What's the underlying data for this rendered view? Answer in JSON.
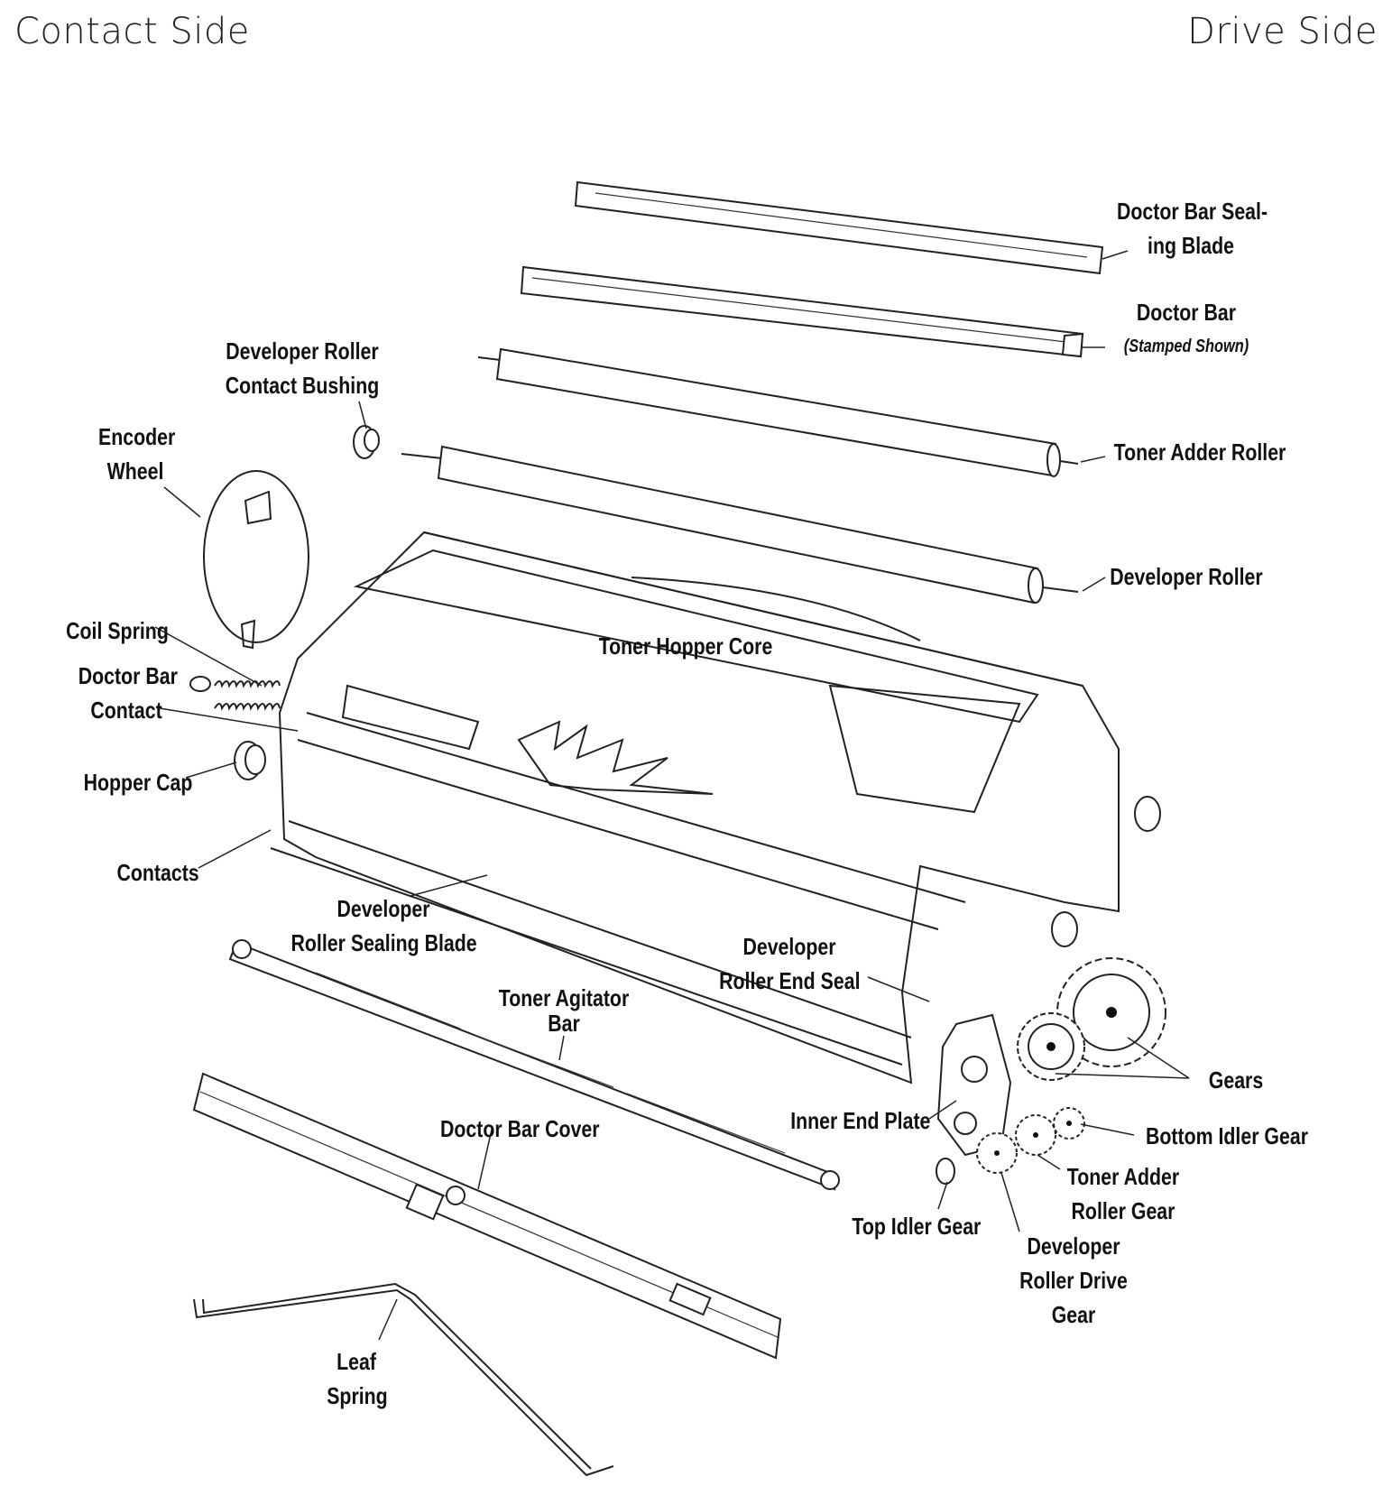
{
  "header": {
    "left_label": "Contact Side",
    "right_label": "Drive Side"
  },
  "labels": {
    "doctor_bar_sealing_blade": [
      "Doctor Bar Seal-",
      "ing Blade"
    ],
    "doctor_bar": [
      "Doctor Bar"
    ],
    "doctor_bar_note": "(Stamped Shown)",
    "toner_adder_roller": [
      "Toner Adder Roller"
    ],
    "developer_roller": [
      "Developer Roller"
    ],
    "developer_roller_contact_bushing": [
      "Developer Roller",
      "Contact Bushing"
    ],
    "encoder_wheel": [
      "Encoder",
      "Wheel"
    ],
    "coil_spring": [
      "Coil Spring"
    ],
    "doctor_bar_contact": [
      "Doctor Bar",
      "Contact"
    ],
    "hopper_cap": [
      "Hopper Cap"
    ],
    "contacts": [
      "Contacts"
    ],
    "toner_hopper_core": [
      "Toner Hopper Core"
    ],
    "developer_roller_sealing_blade": [
      "Developer",
      "Roller Sealing Blade"
    ],
    "developer_roller_end_seal": [
      "Developer",
      "Roller End Seal"
    ],
    "toner_agitator_bar": [
      "Toner Agitator",
      "Bar"
    ],
    "doctor_bar_cover": [
      "Doctor Bar Cover"
    ],
    "inner_end_plate": [
      "Inner End Plate"
    ],
    "gears": [
      "Gears"
    ],
    "bottom_idler_gear": [
      "Bottom Idler Gear"
    ],
    "toner_adder_roller_gear": [
      "Toner Adder",
      "Roller Gear"
    ],
    "top_idler_gear": [
      "Top Idler Gear"
    ],
    "developer_roller_drive_gear": [
      "Developer",
      "Roller Drive",
      "Gear"
    ],
    "leaf_spring": [
      "Leaf",
      "Spring"
    ]
  }
}
